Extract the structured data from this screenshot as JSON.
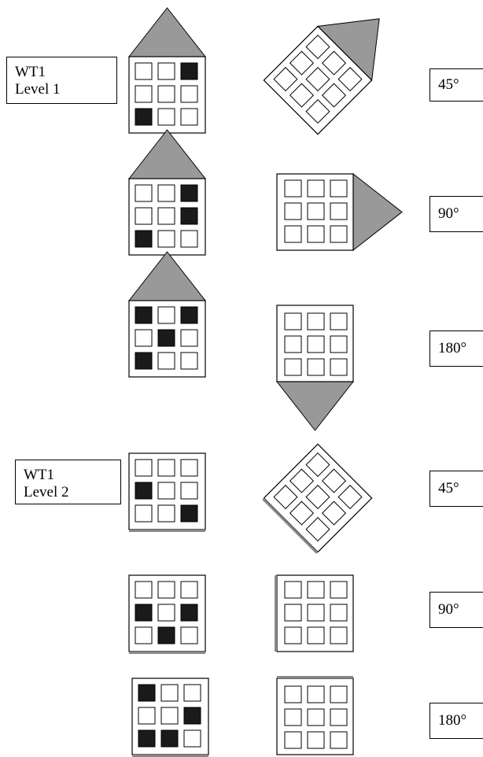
{
  "levels": [
    {
      "title": "WT1",
      "subtitle": "Level 1"
    },
    {
      "title": "WT1",
      "subtitle": "Level 2"
    }
  ],
  "rows": [
    {
      "angle": "45°",
      "roof": true,
      "rotation": 45,
      "cells": [
        0,
        0,
        1,
        0,
        0,
        0,
        1,
        0,
        0
      ]
    },
    {
      "angle": "90°",
      "roof": true,
      "rotation": 90,
      "cells": [
        0,
        0,
        1,
        0,
        0,
        1,
        1,
        0,
        0
      ]
    },
    {
      "angle": "180°",
      "roof": true,
      "rotation": 180,
      "cells": [
        1,
        0,
        1,
        0,
        1,
        0,
        1,
        0,
        0
      ]
    },
    {
      "angle": "45°",
      "roof": false,
      "rotation": 45,
      "cells": [
        0,
        0,
        0,
        1,
        0,
        0,
        0,
        0,
        1
      ]
    },
    {
      "angle": "90°",
      "roof": false,
      "rotation": 90,
      "cells": [
        0,
        0,
        0,
        1,
        0,
        1,
        0,
        1,
        0
      ]
    },
    {
      "angle": "180°",
      "roof": false,
      "rotation": 180,
      "cells": [
        1,
        0,
        0,
        0,
        0,
        1,
        1,
        1,
        0
      ]
    }
  ],
  "colors": {
    "roof": "#999999",
    "filled": "#1a1a1a",
    "stroke": "#000000",
    "baseline": "#888888"
  }
}
